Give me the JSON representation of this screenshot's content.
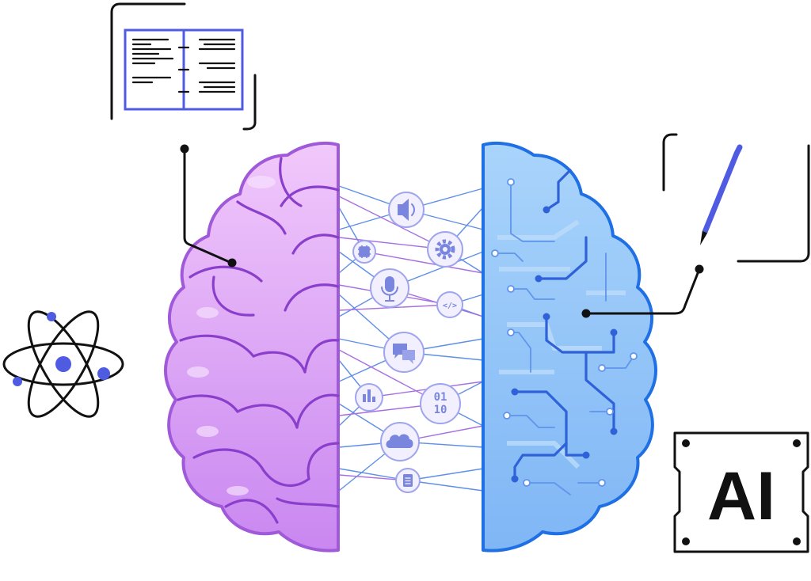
{
  "badge": {
    "label": "AI"
  },
  "binary_node": {
    "line1": "01",
    "line2": "10"
  },
  "code_node": {
    "label": "</>"
  },
  "colors": {
    "left_brain": "#d9a3f7",
    "left_brain_outline": "#a05ad9",
    "right_brain": "#8cc2f7",
    "right_brain_outline": "#1f6fe5",
    "node_fill": "#f2f0ff",
    "node_outline": "#9fa4ee",
    "node_icon": "#7a86de",
    "circuit": "#2f62d9",
    "accent": "#4f5be0",
    "ink": "#111111"
  },
  "icons": [
    "book-icon",
    "pencil-icon",
    "atom-icon",
    "ai-chip-badge",
    "speaker-icon",
    "chip-icon",
    "gear-icon",
    "microphone-icon",
    "code-icon",
    "chat-icon",
    "bar-chart-icon",
    "binary-icon",
    "cloud-icon",
    "document-icon"
  ]
}
